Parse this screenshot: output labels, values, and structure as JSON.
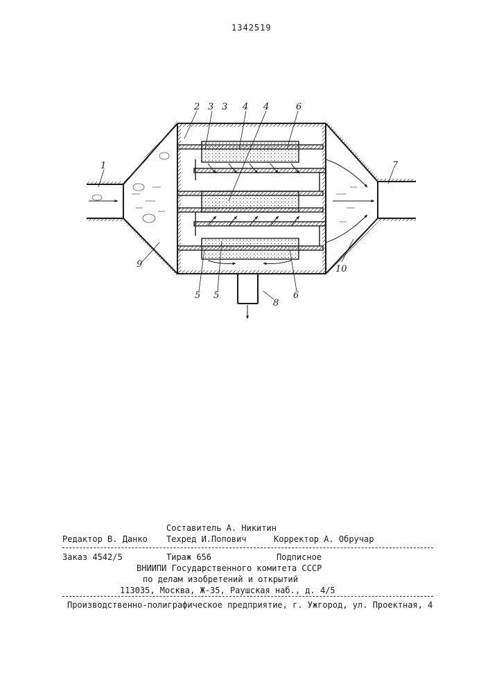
{
  "header": {
    "patent_number": "1342519"
  },
  "figure": {
    "labels": [
      "1",
      "2",
      "3",
      "3",
      "4",
      "4",
      "6",
      "7",
      "9",
      "10",
      "5",
      "5",
      "6",
      "8"
    ]
  },
  "footer": {
    "compiler": "Составитель А. Никитин",
    "editor": "Редактор В. Данко",
    "techred": "Техред И.Попович",
    "corrector": "Корректор А. Обручар",
    "order": "Заказ 4542/5",
    "circulation": "Тираж 656",
    "subscription": "Подписное",
    "org_line1": "ВНИИПИ Государственного комитета СССР",
    "org_line2": "по делам изобретений и открытий",
    "address": "113035, Москва, Ж-35, Раушская наб., д. 4/5",
    "printer": "Производственно-полиграфическое предприятие, г. Ужгород, ул. Проектная, 4"
  }
}
